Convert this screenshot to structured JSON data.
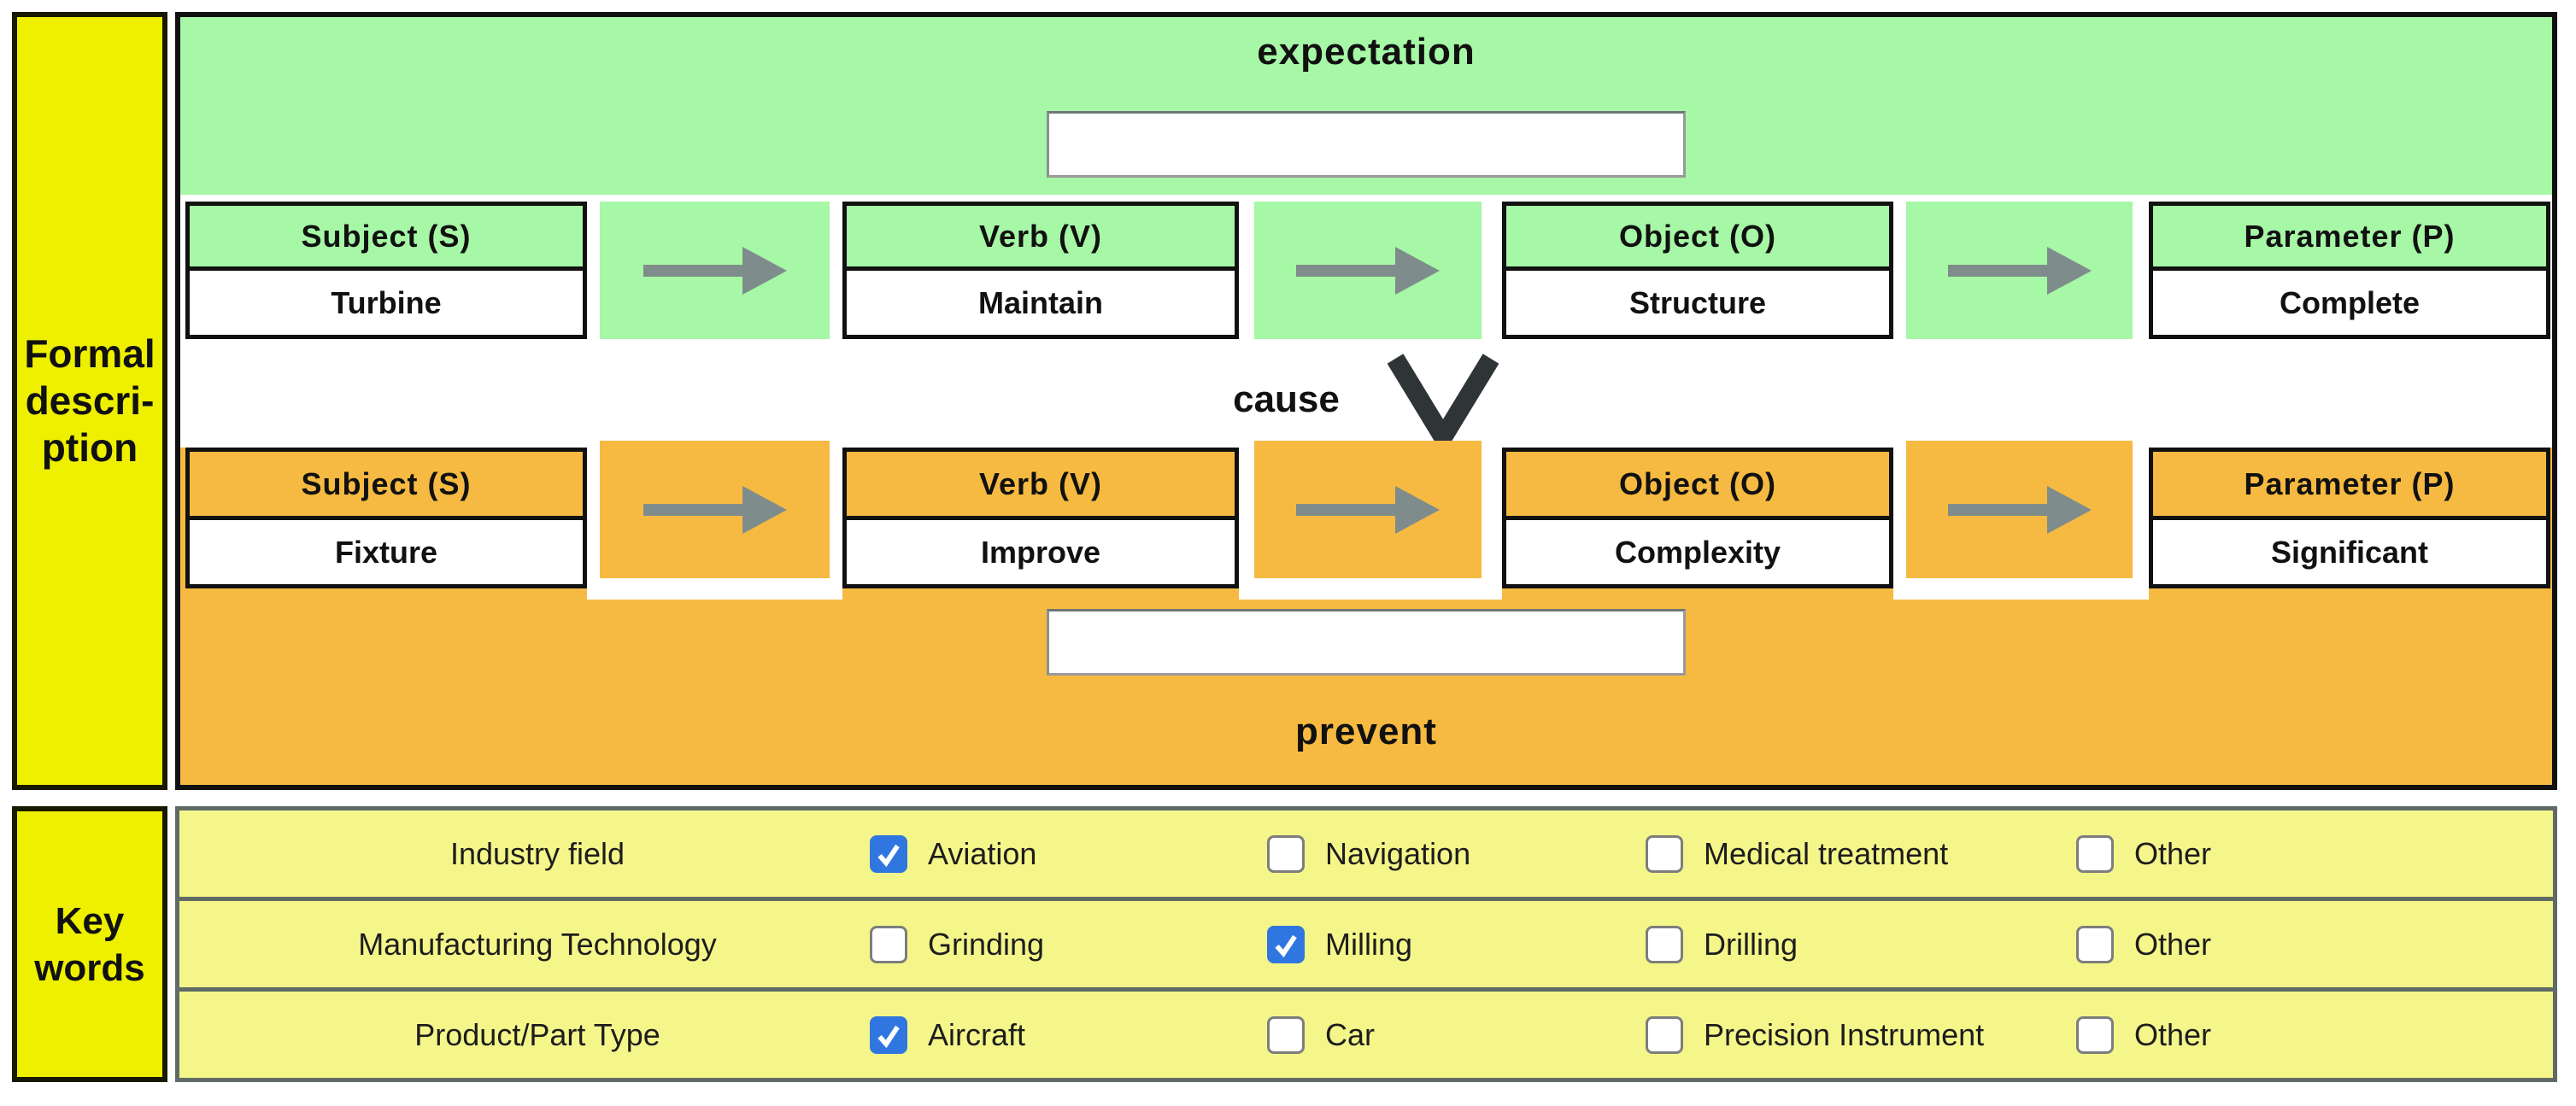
{
  "colors": {
    "green": "#a6f7a6",
    "orange": "#f6ba42",
    "side_label_yellow": "#eef000",
    "keywords_yellow": "#f5f68a",
    "checkbox_blue": "#2f76e0",
    "arrow_gray": "#7f8c8c",
    "chevron_dark": "#2f3437",
    "keywords_border_gray": "#5f6b64"
  },
  "icons": {
    "right_arrow": "right-arrow",
    "chevron_down": "chevron-down",
    "check_mark": "check-mark"
  },
  "formal_section": {
    "side_label": "Formal\ndescri-\nption",
    "expectation_label": "expectation",
    "cause_label": "cause",
    "prevent_label": "prevent",
    "expectation_input_value": "",
    "prevent_input_value": "",
    "expectation_row": {
      "boxes": [
        {
          "header": "Subject (S)",
          "value": "Turbine"
        },
        {
          "header": "Verb (V)",
          "value": "Maintain"
        },
        {
          "header": "Object (O)",
          "value": "Structure"
        },
        {
          "header": "Parameter (P)",
          "value": "Complete"
        }
      ]
    },
    "prevent_row": {
      "boxes": [
        {
          "header": "Subject (S)",
          "value": "Fixture"
        },
        {
          "header": "Verb (V)",
          "value": "Improve"
        },
        {
          "header": "Object (O)",
          "value": "Complexity"
        },
        {
          "header": "Parameter (P)",
          "value": "Significant"
        }
      ]
    }
  },
  "keywords_section": {
    "side_label": "Key\nwords",
    "rows": [
      {
        "label": "Industry field",
        "options": [
          {
            "label": "Aviation",
            "checked": true
          },
          {
            "label": "Navigation",
            "checked": false
          },
          {
            "label": "Medical treatment",
            "checked": false
          },
          {
            "label": "Other",
            "checked": false
          }
        ]
      },
      {
        "label": "Manufacturing Technology",
        "options": [
          {
            "label": "Grinding",
            "checked": false
          },
          {
            "label": "Milling",
            "checked": true
          },
          {
            "label": "Drilling",
            "checked": false
          },
          {
            "label": "Other",
            "checked": false
          }
        ]
      },
      {
        "label": "Product/Part Type",
        "options": [
          {
            "label": "Aircraft",
            "checked": true
          },
          {
            "label": "Car",
            "checked": false
          },
          {
            "label": "Precision Instrument",
            "checked": false
          },
          {
            "label": "Other",
            "checked": false
          }
        ]
      }
    ]
  }
}
